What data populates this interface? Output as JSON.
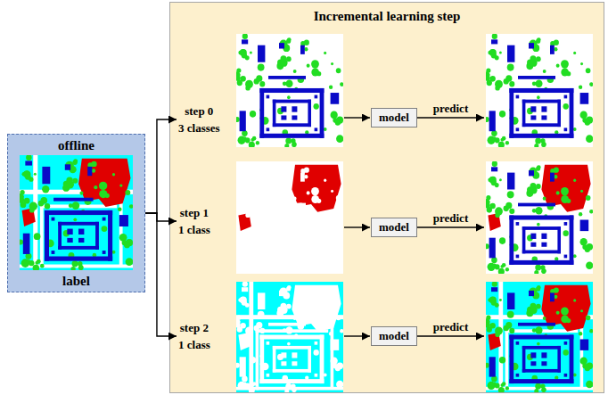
{
  "diagram": {
    "nodes": [
      {
        "text": [
          "offline",
          "label"
        ]
      },
      {
        "text": [
          "Incremental learning step"
        ]
      },
      {
        "text": [
          "step 0",
          "3 classes"
        ],
        "in": 1
      },
      {
        "text": [
          "model"
        ],
        "in": 1
      },
      {
        "text": [
          "step 1",
          "1 class"
        ],
        "in": 1
      },
      {
        "text": [
          "model"
        ],
        "in": 1
      },
      {
        "text": [
          "step 2",
          "1 class"
        ],
        "in": 1
      },
      {
        "text": [
          "model"
        ],
        "in": 1
      }
    ],
    "edges": [
      {
        "from": 0,
        "to": 2,
        "arrow": "to"
      },
      {
        "from": 0,
        "to": 4,
        "arrow": "to"
      },
      {
        "from": 0,
        "to": 6,
        "arrow": "to"
      }
    ],
    "labels": [
      "predict",
      "predict",
      "predict"
    ]
  }
}
